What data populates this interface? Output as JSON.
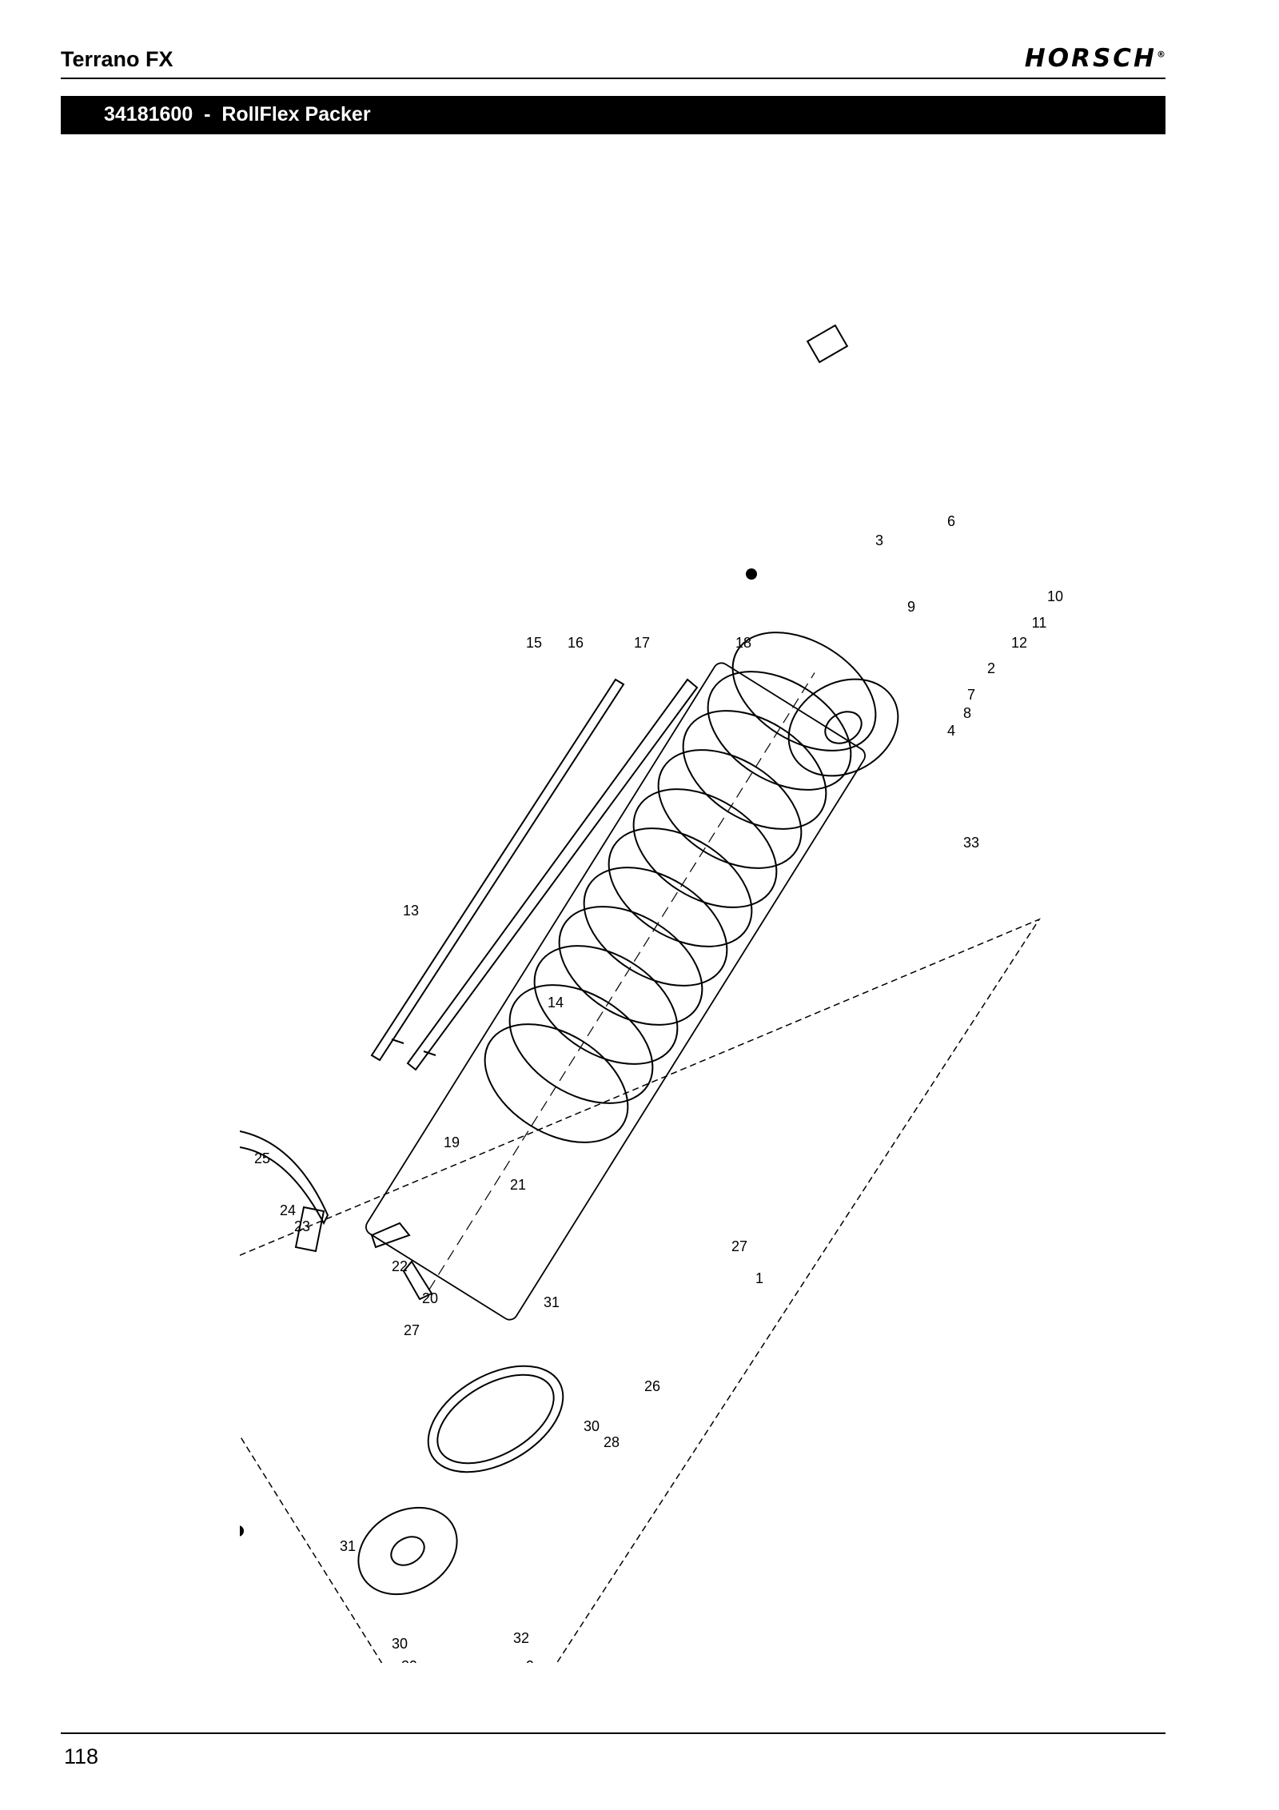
{
  "header": {
    "model": "Terrano FX",
    "brand": "HORSCH",
    "brand_mark": "®"
  },
  "title_bar": {
    "text": "34181600  -  RollFlex Packer"
  },
  "drawing": {
    "callouts": [
      {
        "id": "c-1",
        "text": "1"
      },
      {
        "id": "c-2a",
        "text": "2"
      },
      {
        "id": "c-2b",
        "text": "2"
      },
      {
        "id": "c-3a",
        "text": "3"
      },
      {
        "id": "c-3b",
        "text": "3"
      },
      {
        "id": "c-4a",
        "text": "4"
      },
      {
        "id": "c-4b",
        "text": "4"
      },
      {
        "id": "c-5",
        "text": "5"
      },
      {
        "id": "c-6",
        "text": "6"
      },
      {
        "id": "c-7a",
        "text": "7"
      },
      {
        "id": "c-7b",
        "text": "7"
      },
      {
        "id": "c-8a",
        "text": "8"
      },
      {
        "id": "c-8b",
        "text": "8"
      },
      {
        "id": "c-9a",
        "text": "9"
      },
      {
        "id": "c-9b",
        "text": "9"
      },
      {
        "id": "c-10a",
        "text": "10"
      },
      {
        "id": "c-10b",
        "text": "10"
      },
      {
        "id": "c-11a",
        "text": "11"
      },
      {
        "id": "c-11b",
        "text": "11"
      },
      {
        "id": "c-12a",
        "text": "12"
      },
      {
        "id": "c-12b",
        "text": "12"
      },
      {
        "id": "c-13",
        "text": "13"
      },
      {
        "id": "c-14",
        "text": "14"
      },
      {
        "id": "c-15",
        "text": "15"
      },
      {
        "id": "c-16",
        "text": "16"
      },
      {
        "id": "c-17",
        "text": "17"
      },
      {
        "id": "c-18",
        "text": "18"
      },
      {
        "id": "c-19",
        "text": "19"
      },
      {
        "id": "c-20",
        "text": "20"
      },
      {
        "id": "c-21",
        "text": "21"
      },
      {
        "id": "c-22",
        "text": "22"
      },
      {
        "id": "c-23",
        "text": "23"
      },
      {
        "id": "c-24",
        "text": "24"
      },
      {
        "id": "c-25",
        "text": "25"
      },
      {
        "id": "c-26",
        "text": "26"
      },
      {
        "id": "c-27a",
        "text": "27"
      },
      {
        "id": "c-27b",
        "text": "27"
      },
      {
        "id": "c-28",
        "text": "28"
      },
      {
        "id": "c-29",
        "text": "29"
      },
      {
        "id": "c-30a",
        "text": "30"
      },
      {
        "id": "c-30b",
        "text": "30"
      },
      {
        "id": "c-31a",
        "text": "31"
      },
      {
        "id": "c-31b",
        "text": "31"
      },
      {
        "id": "c-32",
        "text": "32"
      },
      {
        "id": "c-33",
        "text": "33"
      }
    ]
  },
  "footer": {
    "page_number": "118"
  }
}
